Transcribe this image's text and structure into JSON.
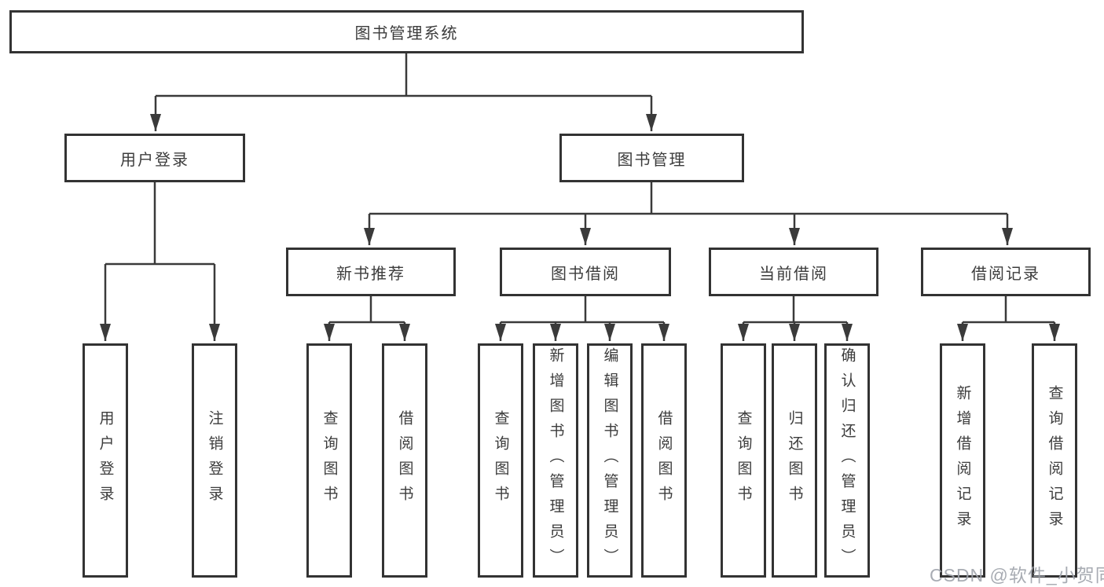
{
  "diagram": {
    "title": "图书管理系统",
    "root": {
      "label": "图书管理系统"
    },
    "branches": [
      {
        "label": "用户登录",
        "children": [
          {
            "label": "用户登录"
          },
          {
            "label": "注销登录"
          }
        ]
      },
      {
        "label": "图书管理",
        "children": [
          {
            "label": "新书推荐",
            "children": [
              {
                "label": "查询图书"
              },
              {
                "label": "借阅图书"
              }
            ]
          },
          {
            "label": "图书借阅",
            "children": [
              {
                "label": "查询图书"
              },
              {
                "label": "新增图书（管理员）"
              },
              {
                "label": "编辑图书（管理员）"
              },
              {
                "label": "借阅图书"
              }
            ]
          },
          {
            "label": "当前借阅",
            "children": [
              {
                "label": "查询图书"
              },
              {
                "label": "归还图书"
              },
              {
                "label": "确认归还（管理员）"
              }
            ]
          },
          {
            "label": "借阅记录",
            "children": [
              {
                "label": "新增借阅记录"
              },
              {
                "label": "查询借阅记录"
              }
            ]
          }
        ]
      }
    ],
    "watermark": "CSDN @软件_小贺同学",
    "colors": {
      "box_border": "#333333",
      "text": "#3c3c3c",
      "connector": "#3a3a3a",
      "watermark": "#9ea3ab",
      "background": "#ffffff"
    }
  }
}
